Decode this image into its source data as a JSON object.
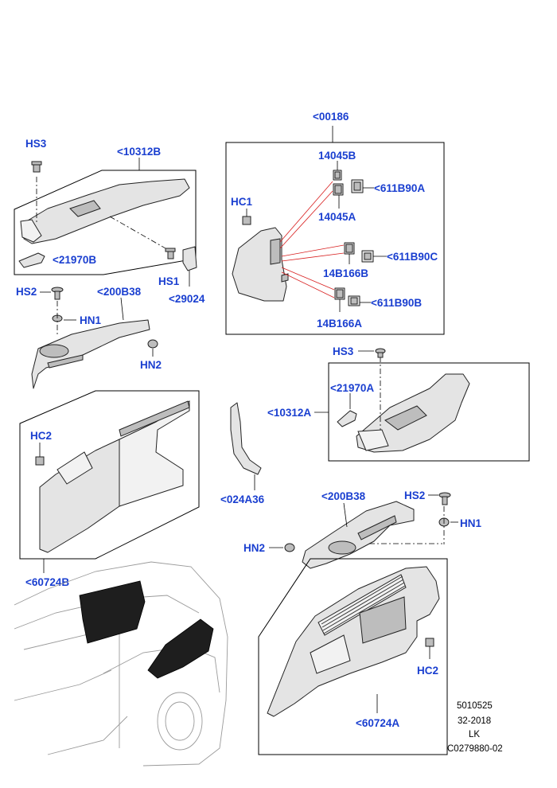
{
  "labels": {
    "hs3_top": "HS3",
    "p10312b": "<10312B",
    "p21970b": "<21970B",
    "hs1": "HS1",
    "p29024": "<29024",
    "hs2_left": "HS2",
    "hn1_left": "HN1",
    "p200b38_left": "<200B38",
    "hn2_left": "HN2",
    "p00186": "<00186",
    "p14045b": "14045B",
    "hc1": "HC1",
    "p14045a": "14045A",
    "p611b90a": "<611B90A",
    "p611b90c": "<611B90C",
    "p14b166b": "14B166B",
    "p611b90b": "<611B90B",
    "p14b166a": "14B166A",
    "hs3_right": "HS3",
    "p21970a": "<21970A",
    "p10312a": "<10312A",
    "hc2_left": "HC2",
    "p024a36": "<024A36",
    "p200b38_right": "<200B38",
    "hs2_right": "HS2",
    "hn1_right": "HN1",
    "hn2_right": "HN2",
    "p60724b": "<60724B",
    "hc2_right": "HC2",
    "p60724a": "<60724A"
  },
  "meta": {
    "code1": "5010525",
    "code2": "32-2018",
    "code3": "LK",
    "code4": "C0279880-02"
  },
  "colors": {
    "label_blue": "#1a3fd0",
    "highlight_red": "#d81e1e"
  }
}
